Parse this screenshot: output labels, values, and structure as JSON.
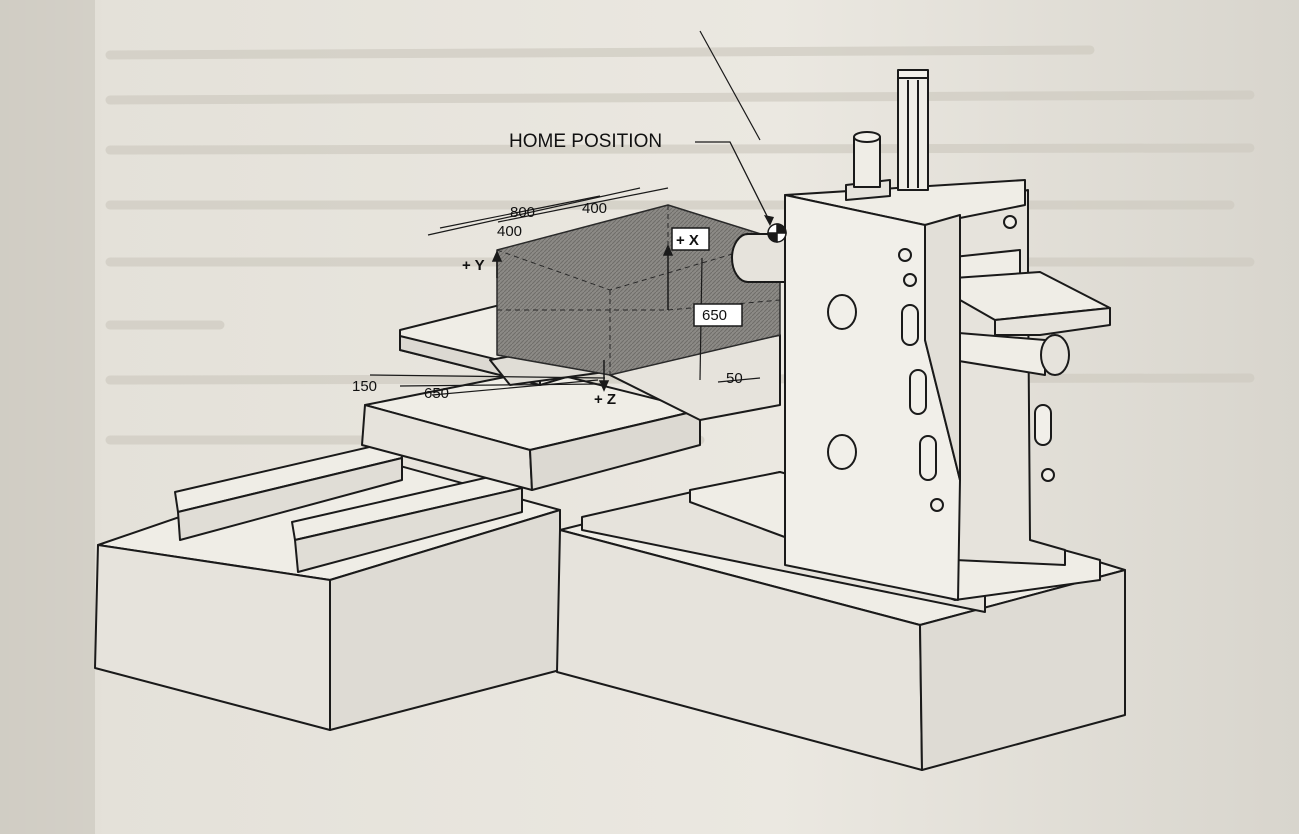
{
  "labels": {
    "home_position": "HOME POSITION",
    "plus_y": "+ Y",
    "plus_x": "+ X",
    "plus_z": "+ Z"
  },
  "dimensions": {
    "top_800": "800",
    "top_400_right": "400",
    "top_400_left": "400",
    "height_650": "650",
    "bottom_150": "150",
    "bottom_650": "650",
    "bottom_50": "50"
  }
}
